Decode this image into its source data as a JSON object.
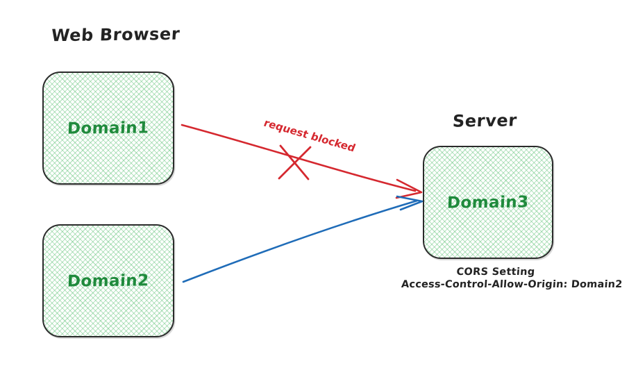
{
  "diagram": {
    "title_visible": false,
    "background": "#ffffff"
  },
  "groups": {
    "browser": {
      "label": "Web Browser"
    },
    "server": {
      "label": "Server"
    }
  },
  "nodes": [
    {
      "id": "domain1",
      "label": "Domain1",
      "fill": "#55be6e",
      "border": "#2b2b2b",
      "text_color": "#1f8a3c"
    },
    {
      "id": "domain2",
      "label": "Domain2",
      "fill": "#55be6e",
      "border": "#2b2b2b",
      "text_color": "#1f8a3c"
    },
    {
      "id": "domain3",
      "label": "Domain3",
      "fill": "#55be6e",
      "border": "#2b2b2b",
      "text_color": "#1f8a3c"
    }
  ],
  "edges": [
    {
      "id": "blocked-request",
      "from": "domain1",
      "to": "domain3",
      "label": "request blocked",
      "color": "#d5282f",
      "blocked": true,
      "marker": "cross"
    },
    {
      "id": "allowed-request",
      "from": "domain2",
      "to": "domain3",
      "label": "",
      "color": "#1f6cb8",
      "blocked": false,
      "marker": "none"
    }
  ],
  "annotations": {
    "cors": {
      "line1": "CORS Setting",
      "line2": "Access-Control-Allow-Origin: Domain2"
    }
  },
  "colors": {
    "red": "#d5282f",
    "blue": "#1f6cb8",
    "green_text": "#1f8a3c",
    "green_fill": "#55be6e",
    "ink": "#232323"
  }
}
